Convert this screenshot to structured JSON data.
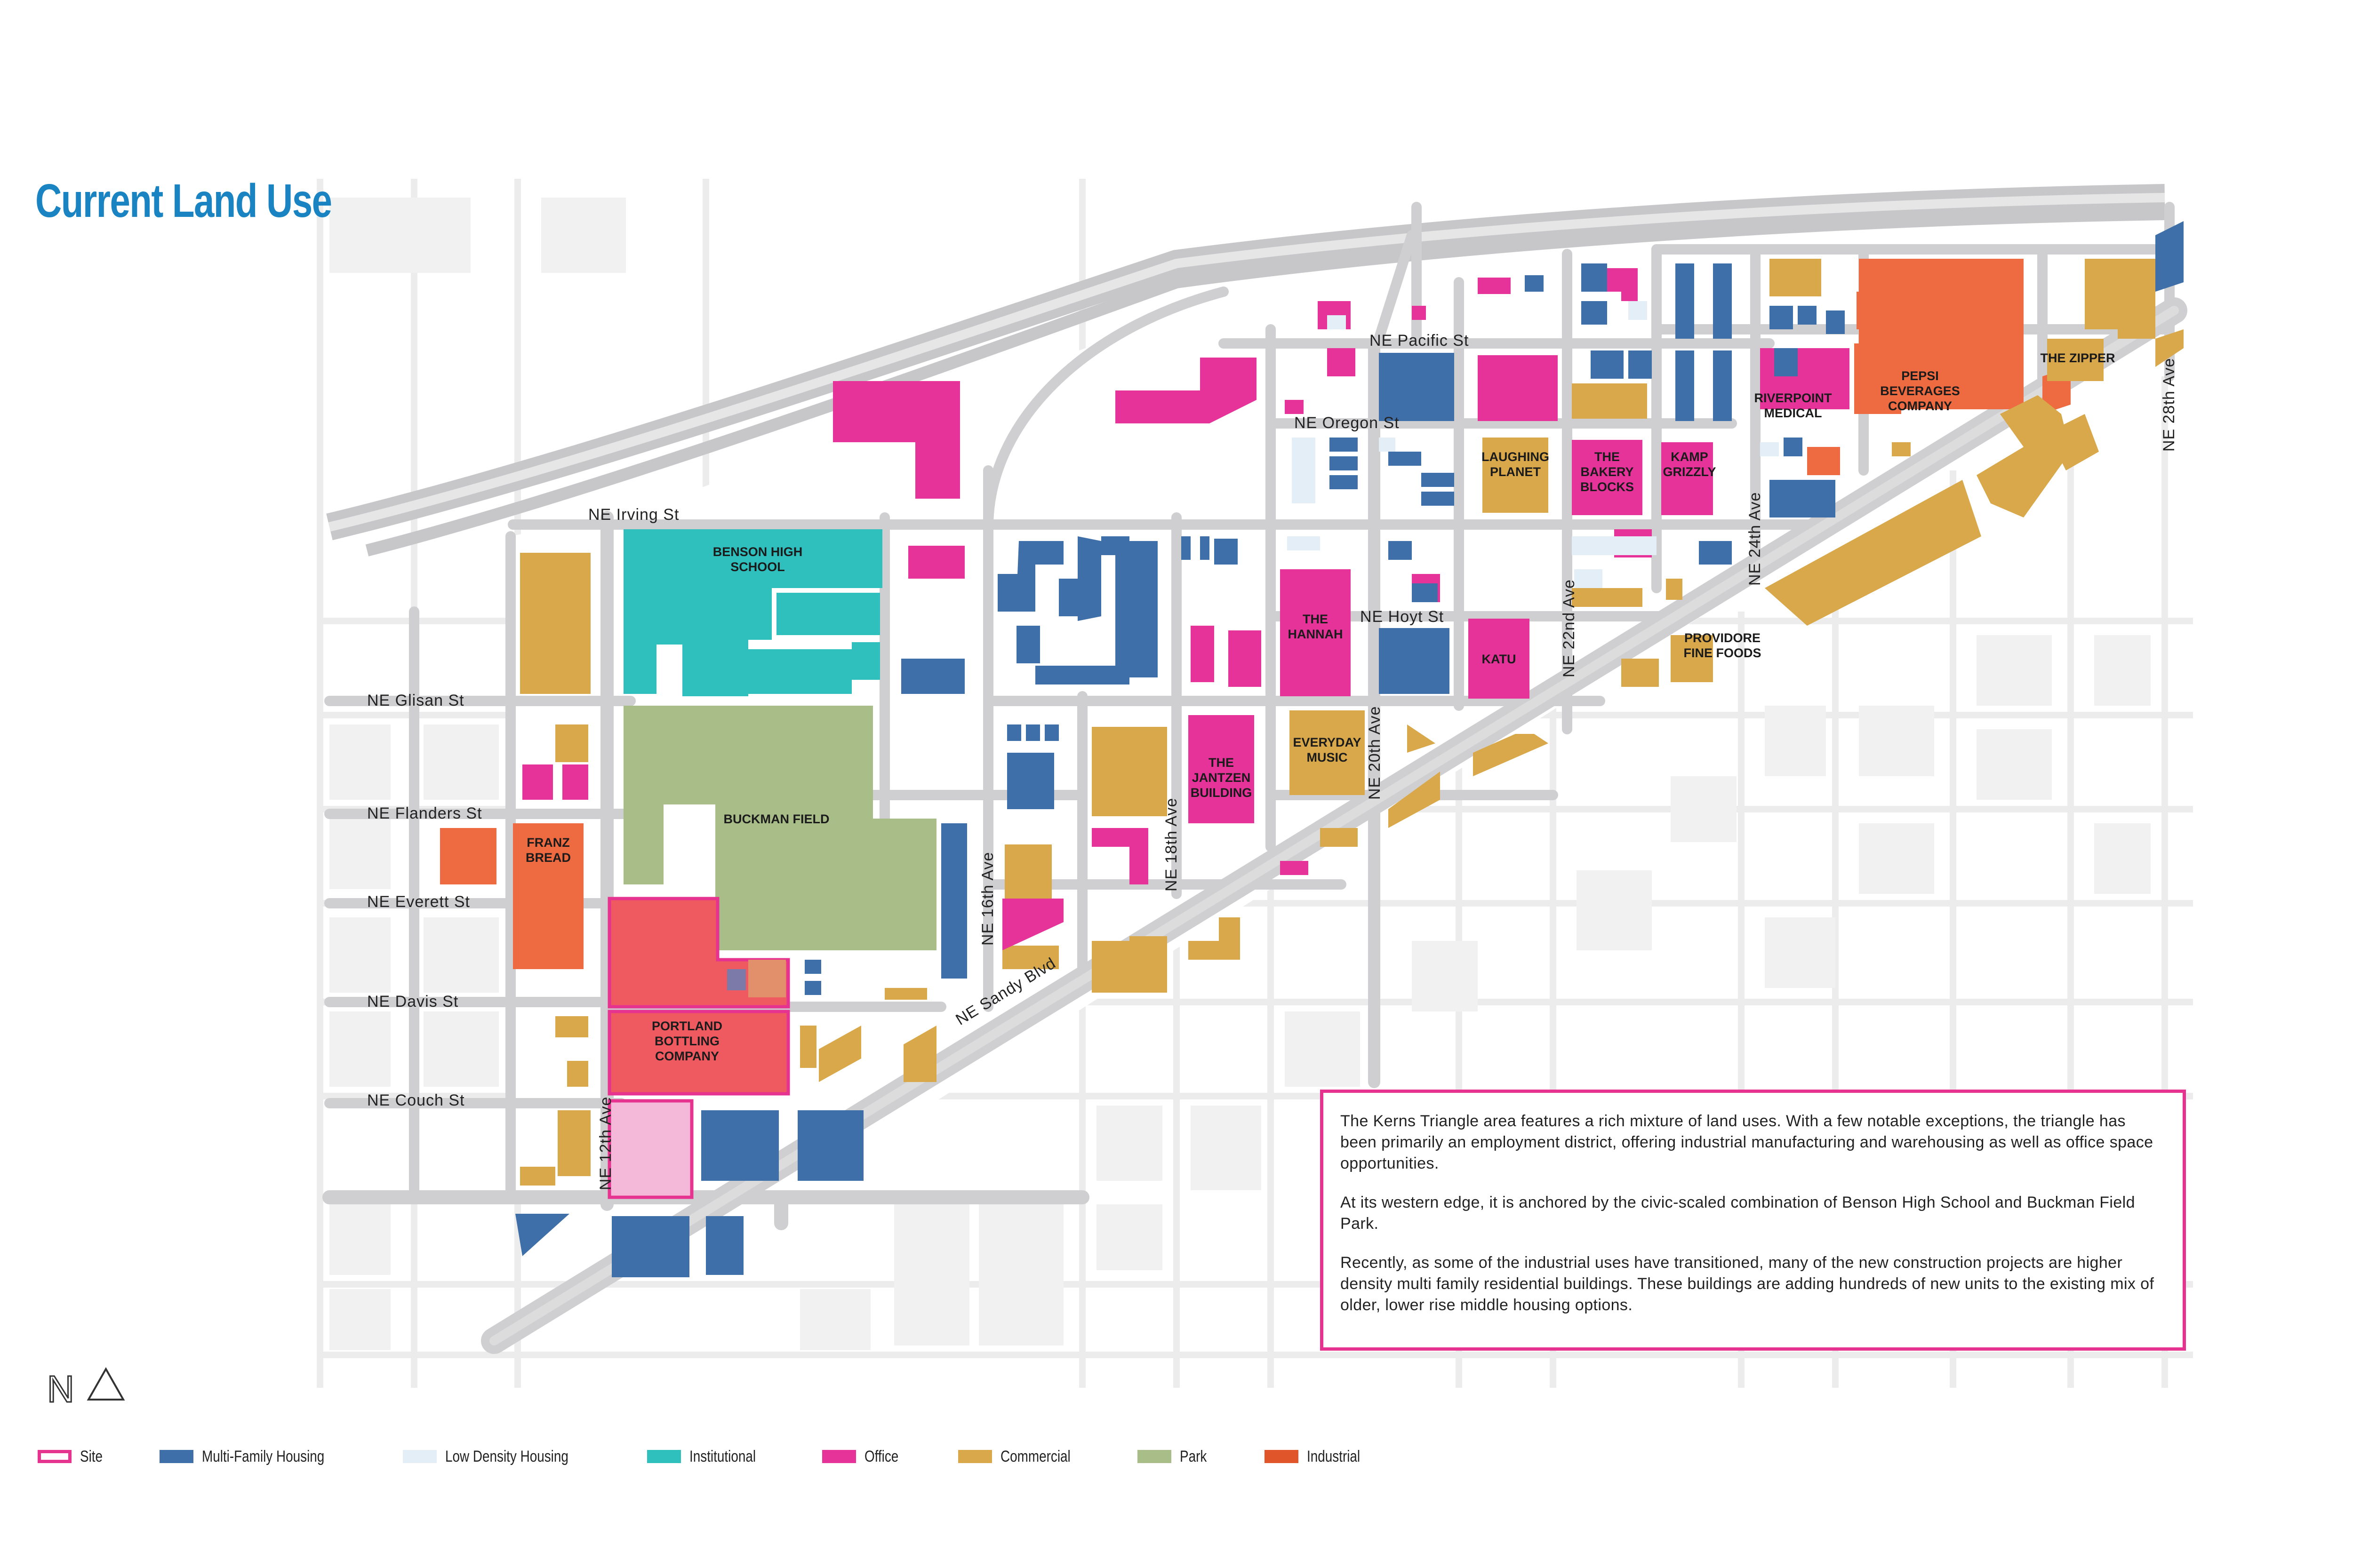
{
  "title": "Current Land Use",
  "colors": {
    "site": "#e6338f",
    "site_fill": "#ef5a61",
    "site_light": "#f4b9d9",
    "multi_family": "#3f6fa8",
    "low_density": "#e4eef6",
    "institutional": "#2fbfbd",
    "office": "#e6339a",
    "commercial": "#d8a84a",
    "park": "#a9bd89",
    "industrial": "#ee6a40",
    "road": "#cfcfd1",
    "block": "#f1f1f2"
  },
  "streets": {
    "irving": "NE Irving St",
    "glisan": "NE Glisan St",
    "flanders": "NE Flanders St",
    "everett": "NE Everett St",
    "davis": "NE Davis St",
    "couch": "NE Couch St",
    "pacific": "NE Pacific St",
    "oregon": "NE Oregon St",
    "hoyt": "NE Hoyt St",
    "ave12": "NE 12th Ave",
    "ave16": "NE 16th Ave",
    "ave18": "NE 18th Ave",
    "ave20": "NE 20th Ave",
    "ave22": "NE 22nd Ave",
    "ave24": "NE 24th Ave",
    "ave28": "NE 28th Ave",
    "sandy": "NE Sandy Blvd"
  },
  "places": {
    "benson_1": "BENSON HIGH",
    "benson_2": "SCHOOL",
    "buckman": "BUCKMAN FIELD",
    "franz_1": "FRANZ",
    "franz_2": "BREAD",
    "pbc_1": "PORTLAND",
    "pbc_2": "BOTTLING",
    "pbc_3": "COMPANY",
    "hannah_1": "THE",
    "hannah_2": "HANNAH",
    "jantzen_1": "THE",
    "jantzen_2": "JANTZEN",
    "jantzen_3": "BUILDING",
    "everyday_1": "EVERYDAY",
    "everyday_2": "MUSIC",
    "katu": "KATU",
    "laughing_1": "LAUGHING",
    "laughing_2": "PLANET",
    "bakery_1": "THE",
    "bakery_2": "BAKERY",
    "bakery_3": "BLOCKS",
    "kamp_1": "KAMP",
    "kamp_2": "GRIZZLY",
    "riverpoint_1": "RIVERPOINT",
    "riverpoint_2": "MEDICAL",
    "pepsi_1": "PEPSI",
    "pepsi_2": "BEVERAGES",
    "pepsi_3": "COMPANY",
    "zipper": "THE ZIPPER",
    "providore_1": "PROVIDORE",
    "providore_2": "FINE FOODS"
  },
  "info": [
    "The Kerns Triangle area features a rich mixture of land uses. With a few notable exceptions, the triangle has been primarily an employment district, offering industrial manufacturing and warehousing as well as office space opportunities.",
    "At its western edge, it is anchored by the civic-scaled combination of Benson High School and Buckman Field Park.",
    "Recently, as some of the industrial uses have transitioned, many of the new construction projects are higher density multi family residential buildings. These buildings are adding hundreds of new units to the existing mix of older, lower rise middle housing options."
  ],
  "legend": [
    {
      "label": "Site",
      "color": "#ffffff",
      "border": "#e6338f"
    },
    {
      "label": "Multi-Family Housing",
      "color": "#3f6fa8"
    },
    {
      "label": "Low Density Housing",
      "color": "#e4eef6"
    },
    {
      "label": "Institutional",
      "color": "#2fbfbd"
    },
    {
      "label": "Office",
      "color": "#e6339a"
    },
    {
      "label": "Commercial",
      "color": "#d8a84a"
    },
    {
      "label": "Park",
      "color": "#a9bd89"
    },
    {
      "label": "Industrial",
      "color": "#e0552a"
    }
  ],
  "north_arrow": "N"
}
